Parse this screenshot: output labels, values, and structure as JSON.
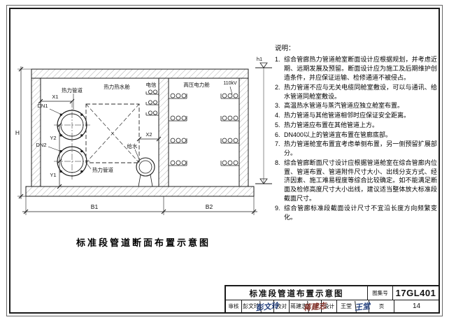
{
  "drawing": {
    "caption": "标准段管道断面布置示意图",
    "labels": {
      "pipe_top": "热力管道",
      "compartment_left": "热力热水舱",
      "telecom": "电信",
      "compartment_right": "高压电力舱",
      "voltage": "110kV",
      "water": "给水",
      "pipe_mid": "热力管道",
      "dn1": "DN1",
      "dn2": "DN2",
      "x1": "X1",
      "x2": "X2",
      "y1": "Y1",
      "y2": "Y2",
      "height": "H",
      "b1": "B1",
      "b2": "B2",
      "h1": "h1"
    }
  },
  "notes": {
    "heading": "说明：",
    "items": [
      "综合管廊热力管道舱室断面设计应根据规划，并考虑近期、远期发展及预留。断面设计应为施工及后期维护创造条件，并应保证运输、检修通道不被侵占。",
      "热力管道不应与无关电缆同舱室敷设，可以与通讯、给水管道同舱室敷设。",
      "高温热水管道与蒸汽管道应独立舱室布置。",
      "热力管道与其他管道相邻时应保证安全距离。",
      "热力管道应布置在其他管道上方。",
      "DN400以上的管道宜布置在管廊底部。",
      "热力管道舱室布置宜考虑单侧布置，另一侧预留扩展部分。",
      "综合管廊断面尺寸设计应根据管道舱室在综合管廊内位置、管道布置、管道附件尺寸大小、出线分支方式、经济因素、施工难易程度等综合比较确定。如不能满足断面及检修高度尺寸大小出线，建议适当整体放大标准段截面尺寸。",
      "综合管廊标准段截面设计尺寸不宜沿长度方向频繁变化。"
    ]
  },
  "title_block": {
    "title": "标准段管道布置示意图",
    "atlas_label": "图集号",
    "atlas_number": "17GL401",
    "page_label": "页",
    "page_number": "14",
    "staff": [
      {
        "role": "审核",
        "name": "彭文玲",
        "signature": "彭文玲"
      },
      {
        "role": "校对",
        "name": "蒋建志",
        "signature": "蒋建志"
      },
      {
        "role": "设计",
        "name": "王堂",
        "signature": "王堂"
      }
    ]
  },
  "colors": {
    "line": "#1c1c1c",
    "signature_primary": "#24407e",
    "signature_secondary": "#7c2a22"
  }
}
